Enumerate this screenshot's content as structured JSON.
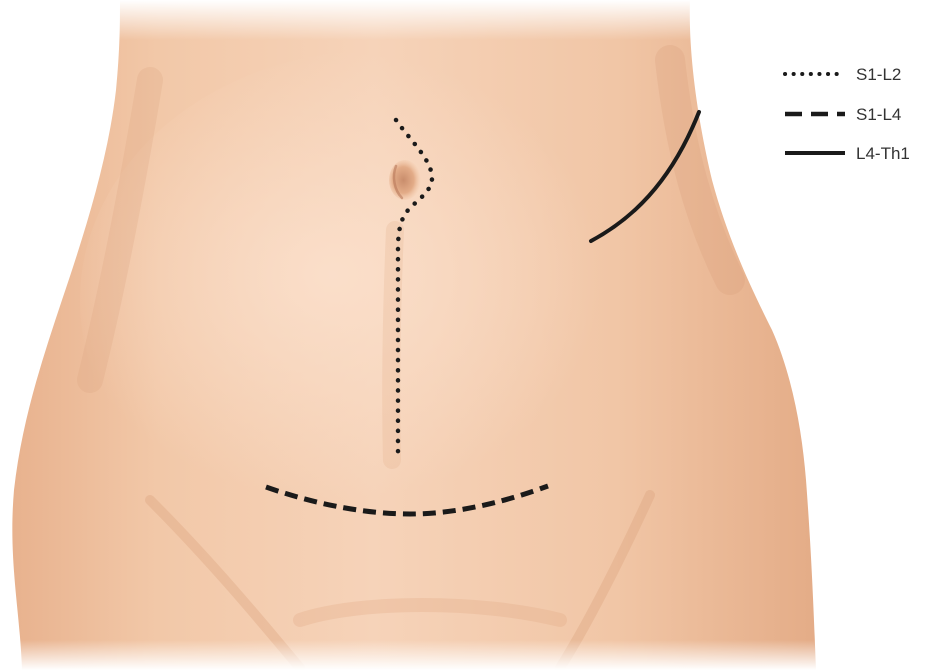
{
  "legend": {
    "items": [
      {
        "label": "S1-L2",
        "line_style": "dotted"
      },
      {
        "label": "S1-L4",
        "line_style": "dashed"
      },
      {
        "label": "L4-Th1",
        "line_style": "solid"
      }
    ]
  },
  "colors": {
    "background": "#ffffff",
    "skin_light": "#f4d0b4",
    "skin_mid": "#eab894",
    "skin_shadow": "#dca27e",
    "incision_line": "#1a1a1a",
    "legend_text": "#333333"
  }
}
